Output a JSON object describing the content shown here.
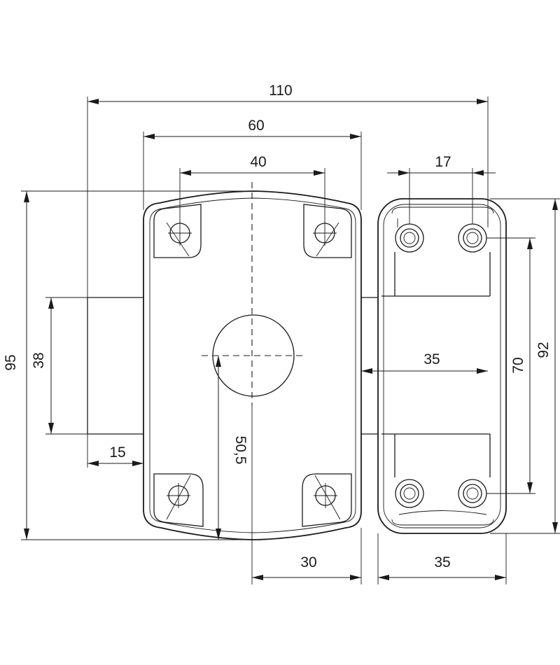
{
  "dimensions": {
    "overall_width": "110",
    "plate_width": "60",
    "screw_spacing": "40",
    "strike_screw_spacing": "17",
    "height": "95",
    "bolt_height": "38",
    "bolt_projection": "15",
    "centre_height": "50,5",
    "strike_bolt_width": "35",
    "strike_screw_vertical": "70",
    "strike_height": "92",
    "centre_to_edge": "30",
    "strike_width": "35"
  }
}
